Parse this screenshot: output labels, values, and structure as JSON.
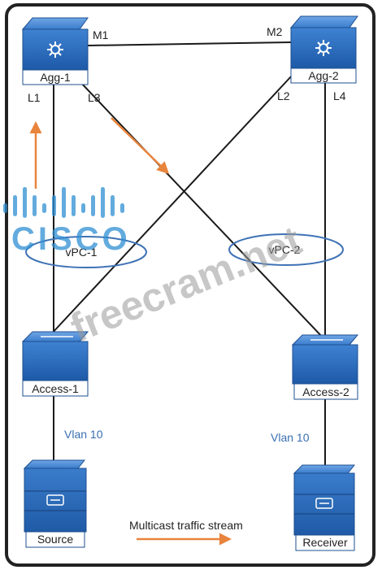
{
  "devices": {
    "agg1": {
      "label": "Agg-1"
    },
    "agg2": {
      "label": "Agg-2"
    },
    "access1": {
      "label": "Access-1"
    },
    "access2": {
      "label": "Access-2"
    },
    "source": {
      "label": "Source"
    },
    "receiver": {
      "label": "Receiver"
    }
  },
  "links": {
    "m1": "M1",
    "m2": "M2",
    "l1": "L1",
    "l2": "L2",
    "l3": "L3",
    "l4": "L4"
  },
  "vpc": {
    "vpc1": "vPC-1",
    "vpc2": "vPC-2"
  },
  "vlans": {
    "left": "Vlan 10",
    "right": "Vlan 10"
  },
  "legend": {
    "traffic": "Multicast traffic stream"
  },
  "watermark": {
    "brand": "CISCO",
    "site": "freecram.net"
  },
  "colors": {
    "frame": "#222222",
    "switch_blue": "#2b6fc0",
    "link": "#1a1a1a",
    "arrow": "#e8843c",
    "vpc_ellipse": "#3f72b5",
    "vlan_text": "#3a6fb0"
  }
}
